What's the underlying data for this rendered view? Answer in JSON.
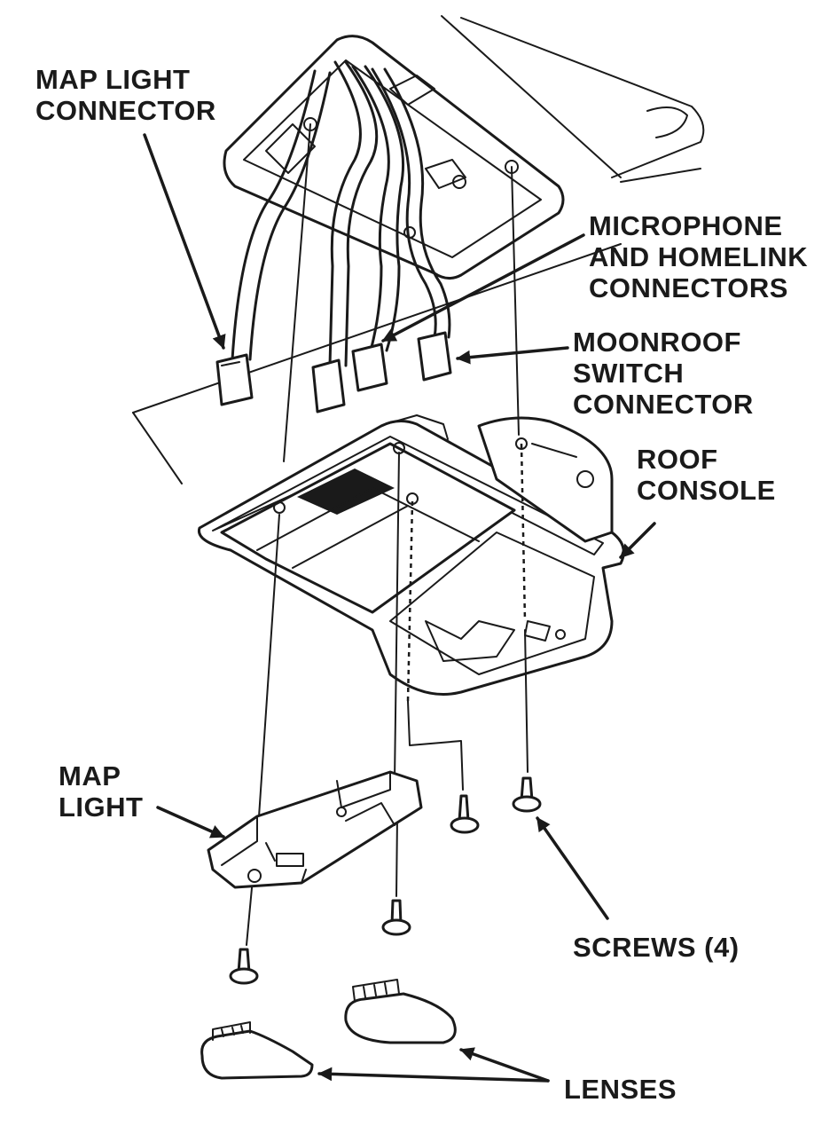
{
  "labels": {
    "map_light_connector": [
      "MAP LIGHT",
      "CONNECTOR"
    ],
    "microphone_homelink": [
      "MICROPHONE",
      "AND HOMELINK",
      "CONNECTORS"
    ],
    "moonroof_switch": [
      "MOONROOF",
      "SWITCH",
      "CONNECTOR"
    ],
    "roof_console": [
      "ROOF",
      "CONSOLE"
    ],
    "map_light": [
      "MAP",
      "LIGHT"
    ],
    "screws": "SCREWS (4)",
    "lenses": "LENSES"
  },
  "colors": {
    "ink": "#1a1a1a",
    "paper": "#ffffff"
  }
}
